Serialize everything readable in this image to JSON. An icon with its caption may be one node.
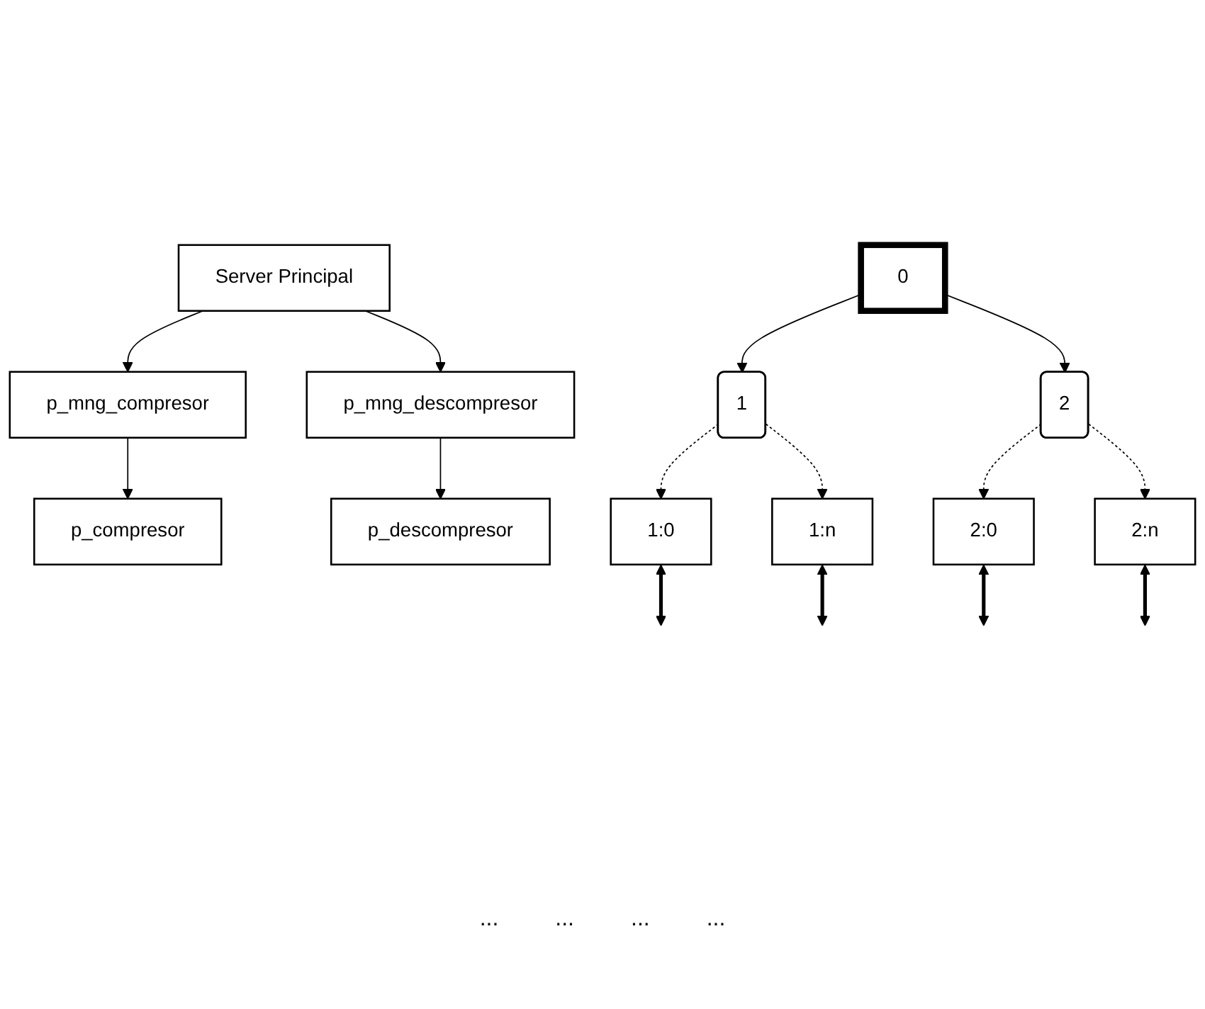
{
  "diagram": {
    "nodes": [
      {
        "text": [
          "Server Principal"
        ]
      },
      {
        "text": [
          "p_mng_compresor"
        ]
      },
      {
        "text": [
          "p_mng_descompresor"
        ]
      },
      {
        "text": [
          "p_compresor"
        ]
      },
      {
        "text": [
          "p_descompresor"
        ]
      },
      {
        "text": [
          "0"
        ]
      },
      {
        "text": [
          "1"
        ]
      },
      {
        "text": [
          "2"
        ]
      },
      {
        "text": [
          "1:0"
        ]
      },
      {
        "text": [
          "1:n"
        ]
      },
      {
        "text": [
          "2:0"
        ]
      },
      {
        "text": [
          "2:n"
        ]
      }
    ],
    "edges": [
      {
        "from": 0,
        "to": 1,
        "arrow": "to"
      },
      {
        "from": 0,
        "to": 2,
        "arrow": "to"
      },
      {
        "from": 1,
        "to": 3,
        "arrow": "to"
      },
      {
        "from": 2,
        "to": 4,
        "arrow": "to"
      },
      {
        "from": 5,
        "to": 6,
        "arrow": "to"
      },
      {
        "from": 5,
        "to": 7,
        "arrow": "to"
      },
      {
        "from": 6,
        "to": 8,
        "arrow": "to",
        "style": "dashed"
      },
      {
        "from": 6,
        "to": 9,
        "arrow": "to",
        "style": "dashed"
      },
      {
        "from": 7,
        "to": 10,
        "arrow": "to",
        "style": "dashed"
      },
      {
        "from": 7,
        "to": 11,
        "arrow": "to",
        "style": "dashed"
      },
      {
        "from": 8,
        "to": null,
        "arrow": "both",
        "style": "thick"
      },
      {
        "from": 9,
        "to": null,
        "arrow": "both",
        "style": "thick"
      },
      {
        "from": 10,
        "to": null,
        "arrow": "both",
        "style": "thick"
      },
      {
        "from": 11,
        "to": null,
        "arrow": "both",
        "style": "thick"
      }
    ],
    "labels": [
      "...",
      "...",
      "...",
      "..."
    ]
  }
}
